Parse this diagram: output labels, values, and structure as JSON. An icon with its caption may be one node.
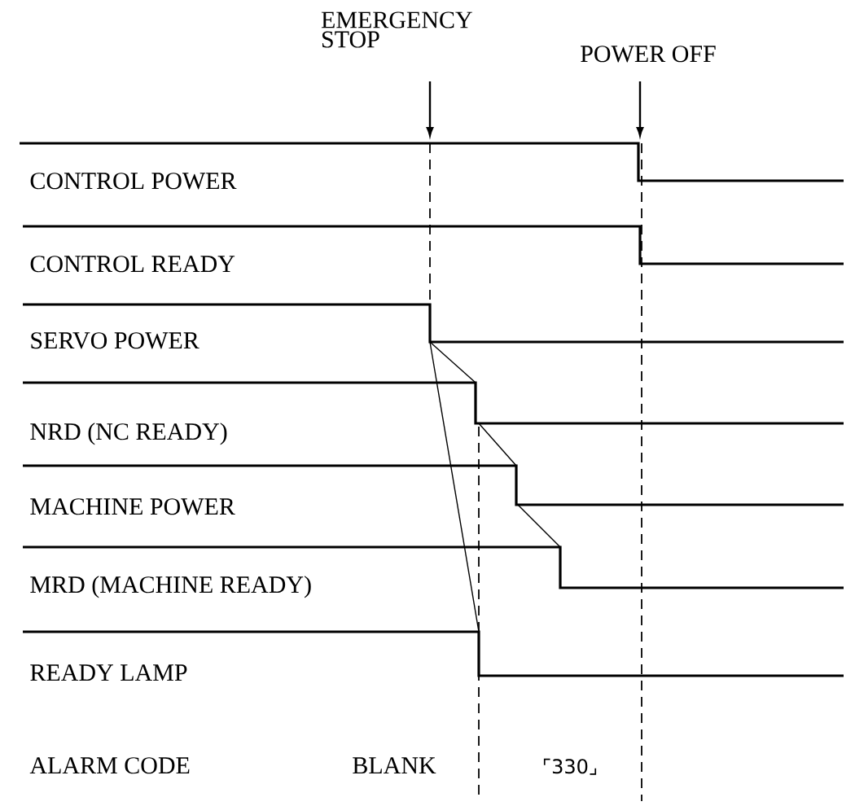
{
  "diagram": {
    "labels": [
      "EMERGENCY STOP",
      "POWER OFF",
      "CONTROL POWER",
      "CONTROL READY",
      "SERVO POWER",
      "NRD (NC READY)",
      "MACHINE POWER",
      "MRD (MACHINE READY)",
      "READY LAMP",
      "ALARM CODE",
      "BLANK",
      "⌜330⌟"
    ]
  }
}
